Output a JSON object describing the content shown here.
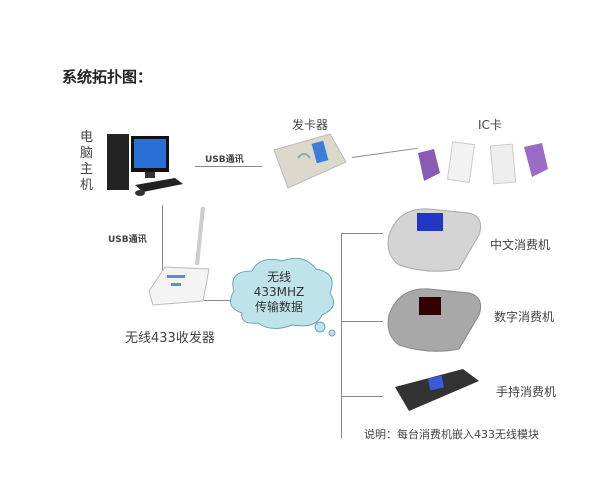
{
  "title": "系统拓扑图：",
  "pc_label": "电脑主机",
  "usb_h": "USB通讯",
  "usb_v": "USB通讯",
  "issuer_label": "发卡器",
  "ic_label": "IC卡",
  "cloud": {
    "l1": "无线",
    "l2": "433MHZ",
    "l3": "传输数据"
  },
  "receiver_label": "无线433收发器",
  "devices": [
    "中文消费机",
    "数字消费机",
    "手持消费机"
  ],
  "note": "说明：每台消费机嵌入433无线模块"
}
